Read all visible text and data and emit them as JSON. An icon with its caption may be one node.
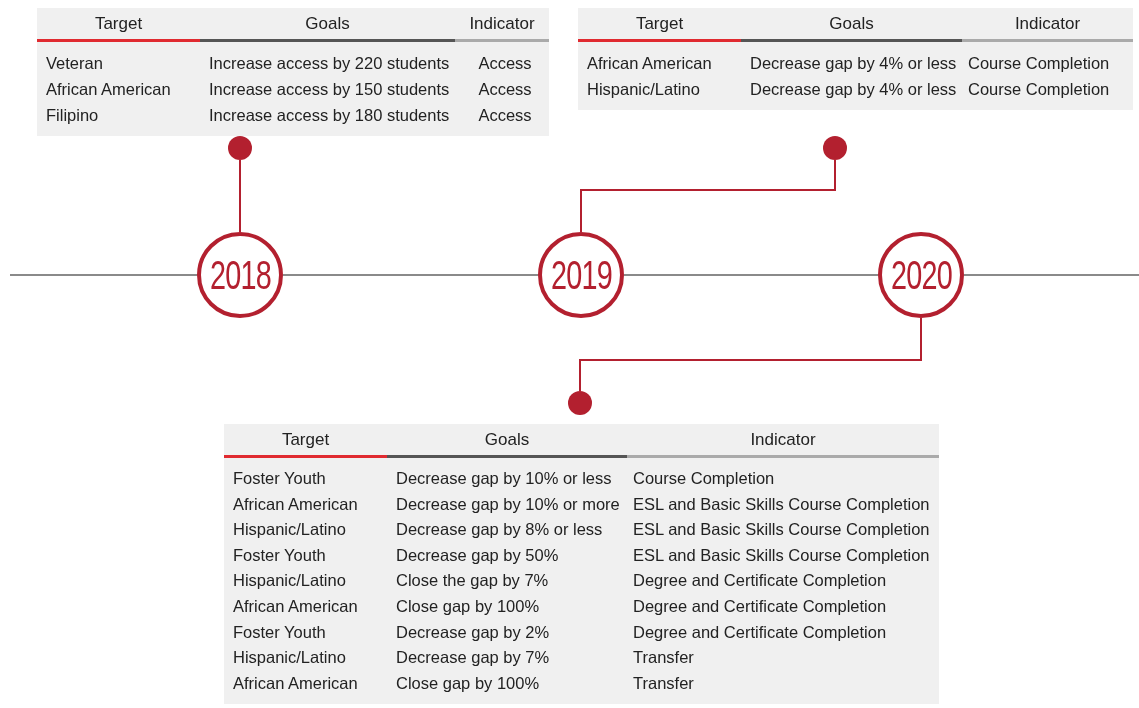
{
  "diagram": {
    "nodes": [
      {
        "text": [
          "Target",
          "Goals",
          "Indicator",
          "Veteran",
          "Increase access by 220 students",
          "Access",
          "African American",
          "Increase access by 150 students",
          "Access",
          "Filipino",
          "Increase access by 180 students",
          "Access"
        ]
      },
      {
        "text": [
          "Target",
          "Goals",
          "Indicator",
          "African American",
          "Decrease gap by 4% or less",
          "Course Completion",
          "Hispanic/Latino",
          "Decrease gap by 4% or less",
          "Course Completion"
        ]
      },
      {
        "text": [],
        "shape": "circle"
      },
      {
        "text": [],
        "shape": "circle"
      },
      {
        "text": [
          "2018"
        ]
      },
      {
        "text": [
          "2019"
        ]
      },
      {
        "text": [
          "2020"
        ]
      },
      {
        "text": [],
        "shape": "circle"
      },
      {
        "text": [
          "Target",
          "Goals",
          "Indicator",
          "Foster Youth",
          "Decrease gap by 10% or less",
          "Course Completion",
          "African American",
          "Decrease gap by 10% or more",
          "ESL and Basic Skills Course Completion",
          "Hispanic/Latino",
          "Decrease gap by 8% or less",
          "ESL and Basic Skills Course Completion",
          "Foster Youth",
          "Decrease gap by 50%",
          "ESL and Basic Skills Course Completion",
          "Hispanic/Latino",
          "Close the gap by 7%",
          "Degree and Certificate Completion",
          "African American",
          "Close gap by 100%",
          "Degree and Certificate Completion",
          "Foster Youth",
          "Decrease gap by 2%",
          "Degree and Certificate Completion",
          "Hispanic/Latino",
          "Decrease gap by 7%",
          "Transfer",
          "African American",
          "Close gap by 100%",
          "Transfer"
        ]
      }
    ],
    "edges": [
      {
        "from": 2,
        "to": 4,
        "arrow": "none",
        "color": "#b3202f"
      },
      {
        "from": 3,
        "to": 5,
        "arrow": "none",
        "color": "#b3202f"
      },
      {
        "from": 6,
        "to": 7,
        "arrow": "none",
        "color": "#b3202f"
      },
      {
        "from": null,
        "to": 4,
        "arrow": "none"
      },
      {
        "from": 4,
        "to": 5,
        "arrow": "none"
      },
      {
        "from": 5,
        "to": 6,
        "arrow": "none"
      },
      {
        "from": 6,
        "to": null,
        "arrow": "none"
      }
    ]
  }
}
